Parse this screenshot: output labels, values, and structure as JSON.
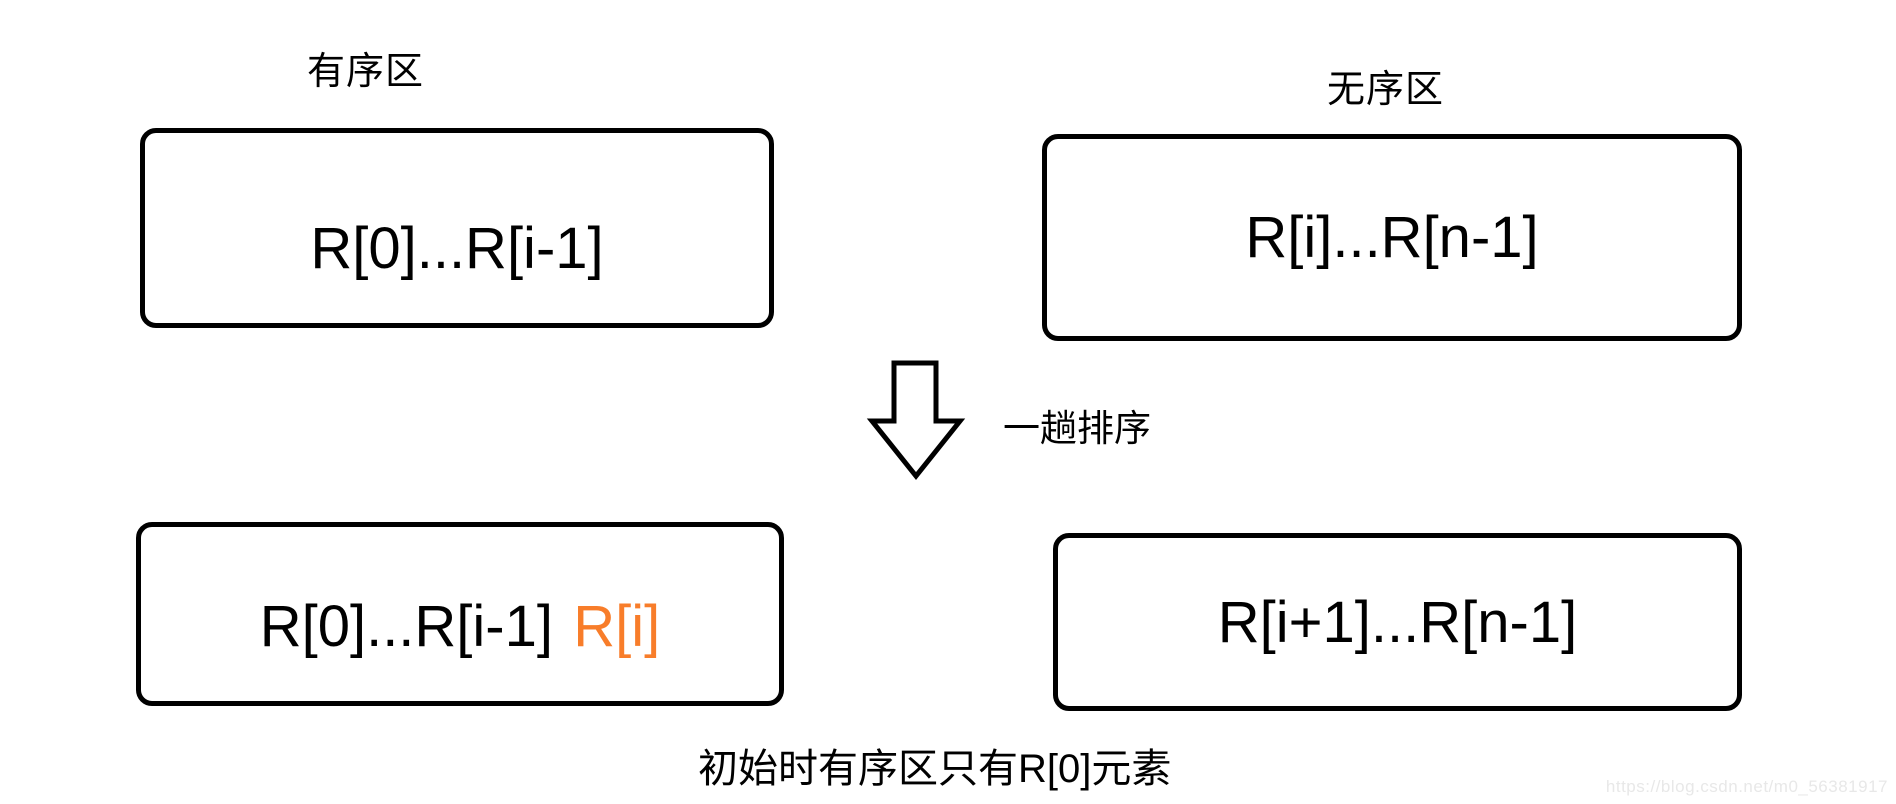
{
  "page": {
    "background": "#ffffff"
  },
  "colors": {
    "box_border": "#000000",
    "text": "#000000",
    "accent_orange": "#F87D2A",
    "watermark_gray": "#e8e8e8"
  },
  "labels": {
    "ordered_region": "有序区",
    "unordered_region": "无序区",
    "arrow_caption": "一趟排序",
    "bottom_caption": "初始时有序区只有R[0]元素",
    "watermark": "https://blog.csdn.net/m0_56381917"
  },
  "boxes": {
    "top_left": {
      "text": "R[0]...R[i-1]"
    },
    "top_right": {
      "text": "R[i]...R[n-1]"
    },
    "bottom_left": {
      "text_black": "R[0]...R[i-1]",
      "text_orange": "R[i]"
    },
    "bottom_right": {
      "text": "R[i+1]...R[n-1]"
    }
  },
  "icons": {
    "down_arrow": "hollow-block-arrow-down"
  }
}
